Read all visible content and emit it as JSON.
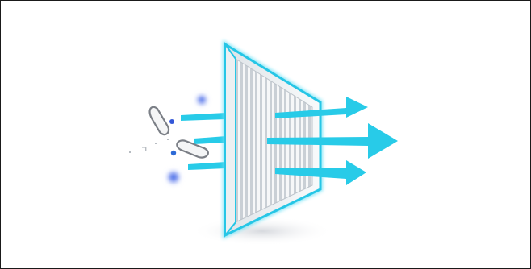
{
  "image": {
    "subject": "air-filter-illustration",
    "colors": {
      "accent_cyan": "#27c9e8",
      "filter_frame": "#e9edf0",
      "pleat_light": "#f4f6f8",
      "pleat_dark": "#c7cdd3",
      "particle_blue": "#2f55d8",
      "outline_gray": "#7b7f86",
      "shadow": "#d7d9de"
    },
    "elements": {
      "filter": "pleated-filter-panel",
      "incoming_particles": "dust-and-bacteria",
      "outgoing_air": "clean-air-arrows"
    }
  }
}
